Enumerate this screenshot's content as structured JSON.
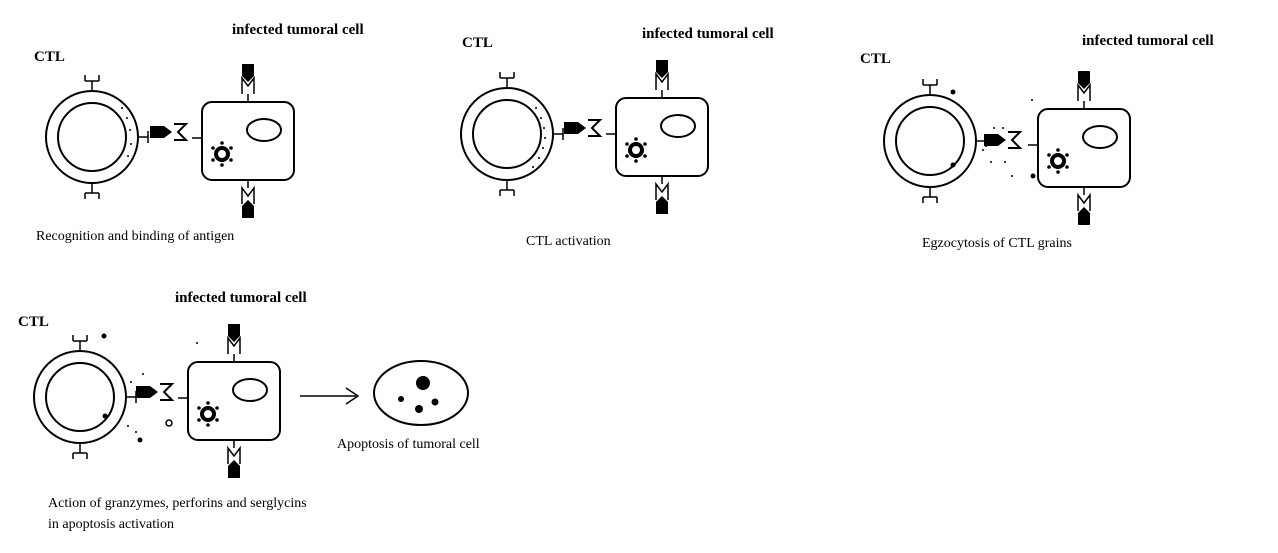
{
  "panels": [
    {
      "ctl_label": "CTL",
      "target_label": "infected tumoral cell",
      "caption": "Recognition and binding of antigen"
    },
    {
      "ctl_label": "CTL",
      "target_label": "infected tumoral cell",
      "caption": "CTL activation"
    },
    {
      "ctl_label": "CTL",
      "target_label": "infected tumoral cell",
      "caption": "Egzocytosis of CTL grains"
    },
    {
      "ctl_label": "CTL",
      "target_label": "infected tumoral cell",
      "caption_line1": "Action of granzymes, perforins and serglycins",
      "caption_line2": "in apoptosis activation",
      "result_caption": "Apoptosis of tumoral cell"
    }
  ]
}
